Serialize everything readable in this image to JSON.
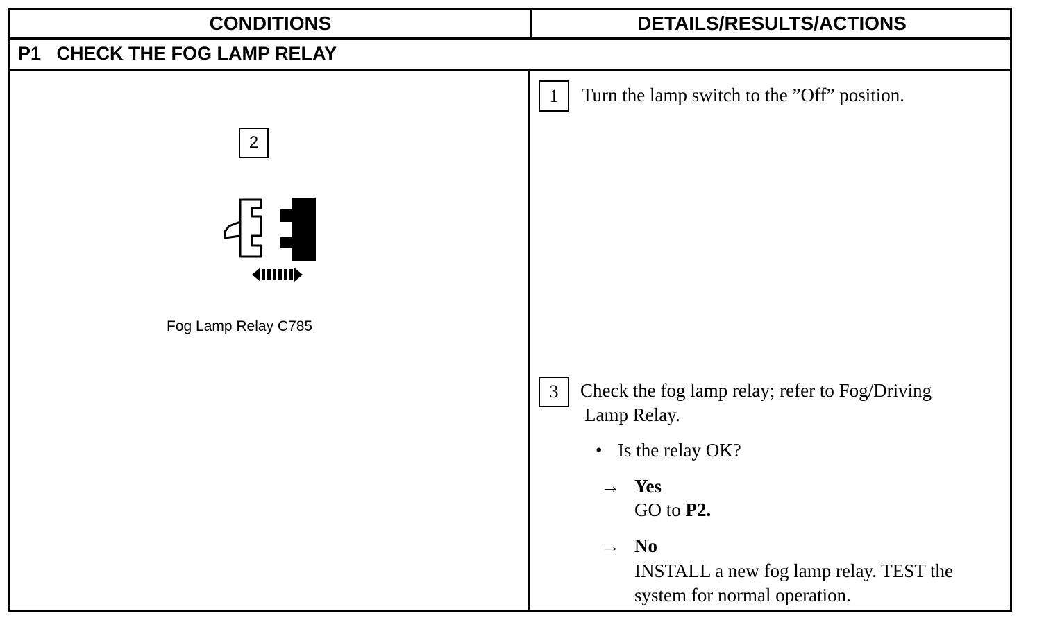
{
  "table": {
    "header_conditions": "CONDITIONS",
    "header_details": "DETAILS/RESULTS/ACTIONS",
    "section_id": "P1",
    "section_title": "CHECK THE FOG LAMP RELAY"
  },
  "conditions": {
    "step_number": "2",
    "figure_caption": "Fog Lamp Relay C785",
    "figure_icon": "relay-connector-disconnect-icon"
  },
  "details": {
    "step1": {
      "number": "1",
      "text": "Turn the lamp switch to the ”Off” position."
    },
    "step3": {
      "number": "3",
      "line1": "Check the fog lamp relay; refer to Fog/Driving",
      "line2": "Lamp Relay.",
      "question": "Is the relay OK?",
      "yes_label": "Yes",
      "yes_action_prefix": "GO to ",
      "yes_action_target": "P2.",
      "no_label": "No",
      "no_action_line1": "INSTALL a new fog lamp relay. TEST the",
      "no_action_line2": "system for normal operation."
    }
  }
}
